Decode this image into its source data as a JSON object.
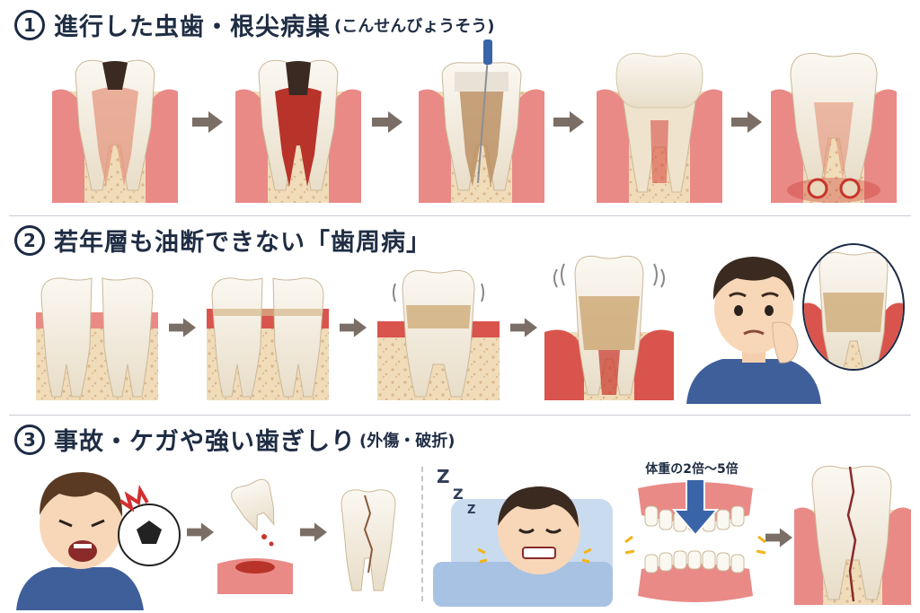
{
  "sections": [
    {
      "number": "1",
      "title": "進行した虫歯・根尖病巣",
      "subtitle": "(こんせんびょうそう)"
    },
    {
      "number": "2",
      "title": "若年層も油断できない「歯周病」",
      "subtitle": ""
    },
    {
      "number": "3",
      "title": "事故・ケガや強い歯ぎしり",
      "subtitle": "(外傷・破折)"
    }
  ],
  "bruxism_force_label": "体重の2倍〜5倍",
  "colors": {
    "heading_text": "#1c2a45",
    "gum": "#e98a86",
    "bone": "#f1dcb9",
    "enamel": "#f7f1e6",
    "decay": "#3b2a22",
    "inflammation": "#c8342b",
    "arrow": "#7a6e66",
    "force_arrow": "#3a64a8",
    "shirt": "#3f5f9a"
  },
  "icons": [
    "decayed-tooth-icon",
    "endodontic-file-icon",
    "abscess-tooth-icon",
    "receding-gum-tooth-icon",
    "worried-boy-icon",
    "soccer-ball-icon",
    "knocked-out-tooth-icon",
    "sleeping-boy-icon",
    "dentures-pressure-icon",
    "cracked-tooth-icon"
  ]
}
